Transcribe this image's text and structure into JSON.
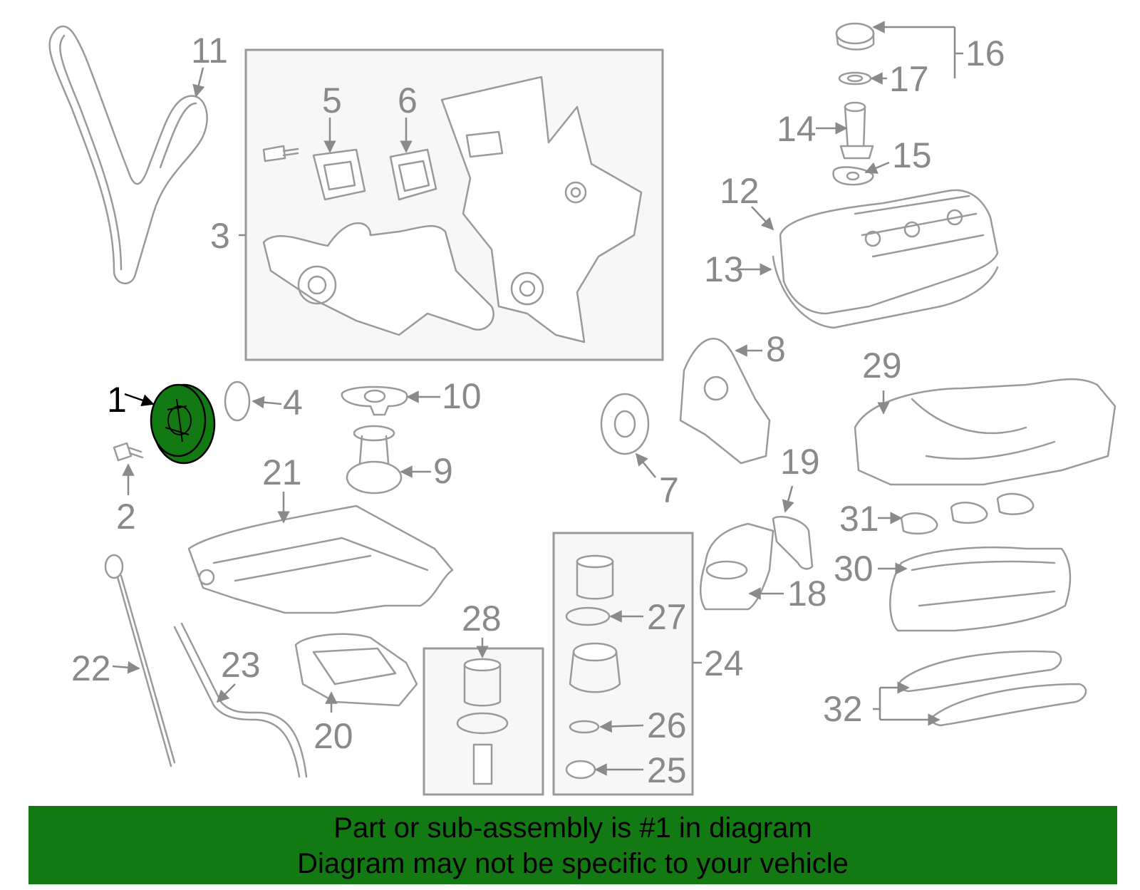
{
  "diagram": {
    "callouts": [
      "1",
      "2",
      "3",
      "4",
      "5",
      "6",
      "7",
      "8",
      "9",
      "10",
      "11",
      "12",
      "13",
      "14",
      "15",
      "16",
      "17",
      "18",
      "19",
      "20",
      "21",
      "22",
      "23",
      "24",
      "25",
      "26",
      "27",
      "28",
      "29",
      "30",
      "31",
      "32"
    ],
    "highlighted": "1",
    "colors": {
      "highlight": "#137a13",
      "line": "#9a9a9a",
      "label": "#8a8a8a"
    }
  },
  "banner": {
    "line1": "Part or sub-assembly is #1 in diagram",
    "line2": "Diagram may not be specific to your vehicle"
  }
}
